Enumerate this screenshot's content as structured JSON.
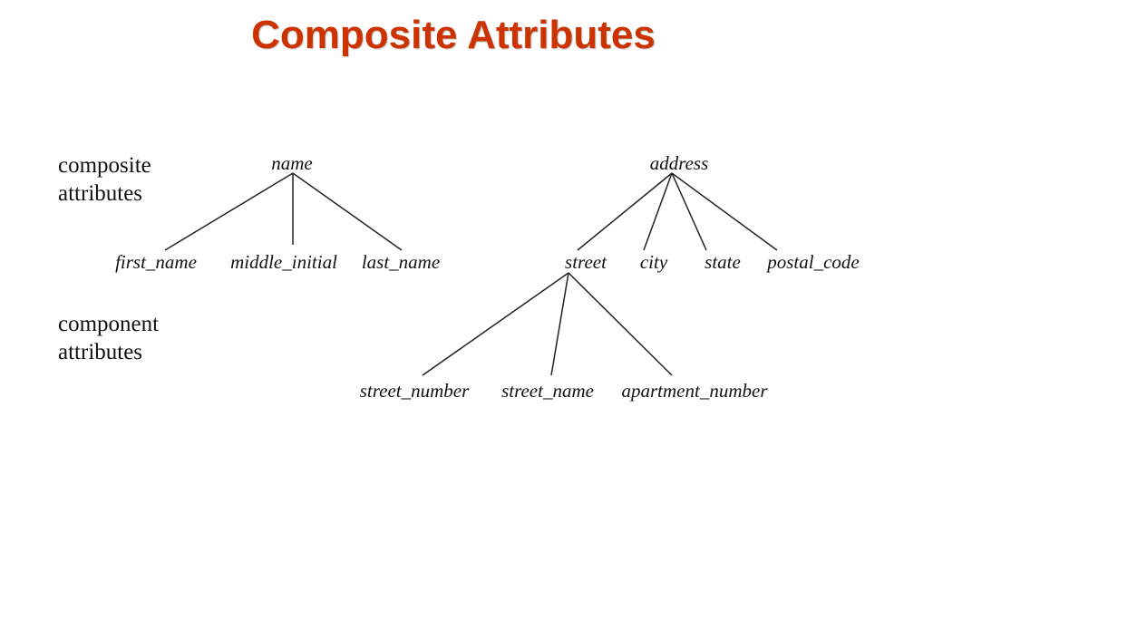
{
  "title": "Composite Attributes",
  "labels": {
    "composite": [
      "composite",
      "attributes"
    ],
    "component": [
      "component",
      "attributes"
    ]
  },
  "trees": {
    "name": {
      "root": "name",
      "children": [
        "first_name",
        "middle_initial",
        "last_name"
      ]
    },
    "address": {
      "root": "address",
      "children": [
        "street",
        "city",
        "state",
        "postal_code"
      ]
    },
    "street": {
      "root": "street",
      "children": [
        "street_number",
        "street_name",
        "apartment_number"
      ]
    }
  },
  "colors": {
    "title": "#cc3300",
    "text": "#111111",
    "lines": "#222222"
  }
}
